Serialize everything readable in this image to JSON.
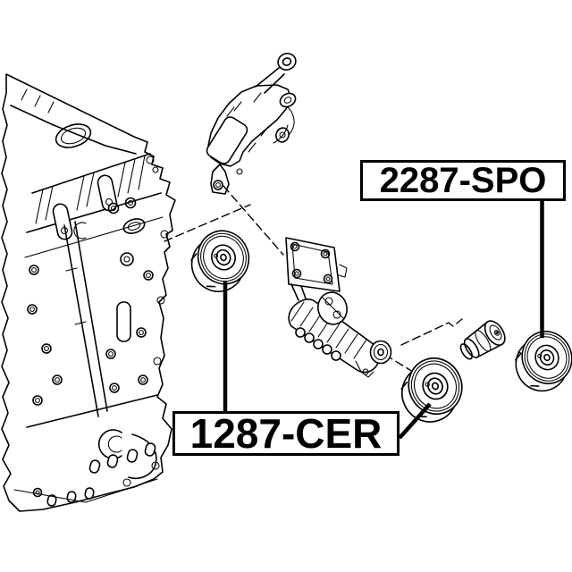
{
  "colors": {
    "background": "#ffffff",
    "line": "#000000"
  },
  "labels": {
    "spo": {
      "text": "2287-SPO",
      "points_to": [
        "idler-pulley-right"
      ]
    },
    "cer": {
      "text": "1287-CER",
      "points_to": [
        "idler-pulley-upper",
        "tensioner-pulley"
      ]
    }
  },
  "parts": [
    {
      "name": "engine-block"
    },
    {
      "name": "mounting-bracket"
    },
    {
      "name": "idler-pulley-upper"
    },
    {
      "name": "belt-tensioner-assembly"
    },
    {
      "name": "tensioner-pulley"
    },
    {
      "name": "tensioner-damper"
    },
    {
      "name": "idler-pulley-right"
    }
  ]
}
